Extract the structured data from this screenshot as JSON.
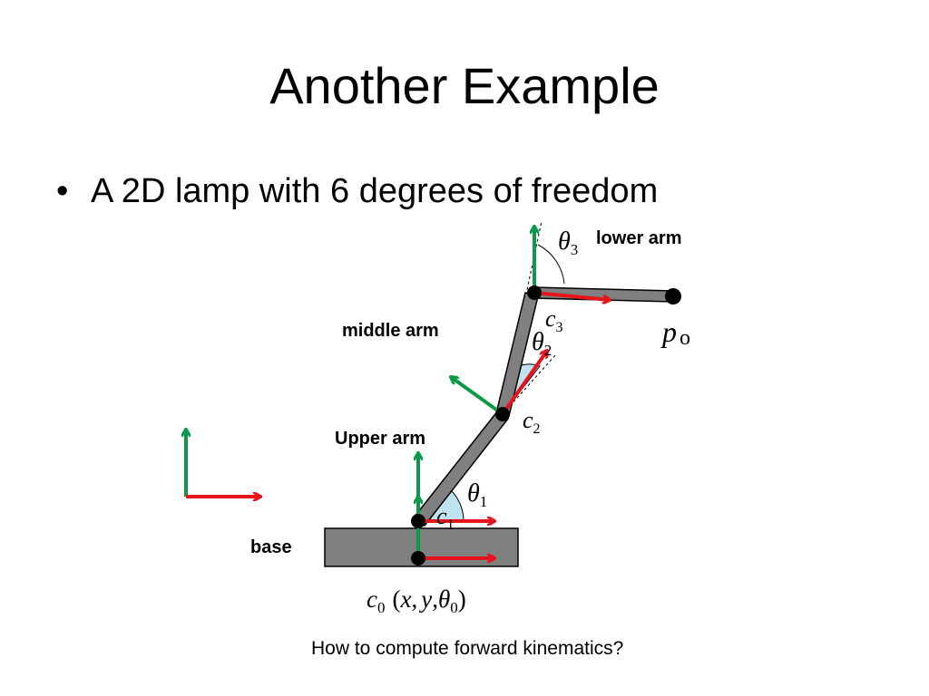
{
  "title": "Another Example",
  "bullet": "A 2D lamp with 6 degrees of freedom",
  "labels": {
    "lower_arm": "lower arm",
    "middle_arm": "middle arm",
    "upper_arm": "Upper arm",
    "base": "base"
  },
  "math": {
    "theta": "θ",
    "c": "c",
    "p": "p",
    "sub_0": "0",
    "sub_1": "1",
    "sub_2": "2",
    "sub_3": "3",
    "sub_o": "o",
    "open_paren": "(",
    "x": "x",
    "comma1": ",",
    "y": "y",
    "comma2": ",",
    "close_paren": ")"
  },
  "caption": "How to compute forward kinematics?",
  "colors": {
    "link_fill": "#808080",
    "x_axis": "#e8141c",
    "y_axis": "#0a9a48",
    "angle_fill": "#bfe3ef"
  }
}
